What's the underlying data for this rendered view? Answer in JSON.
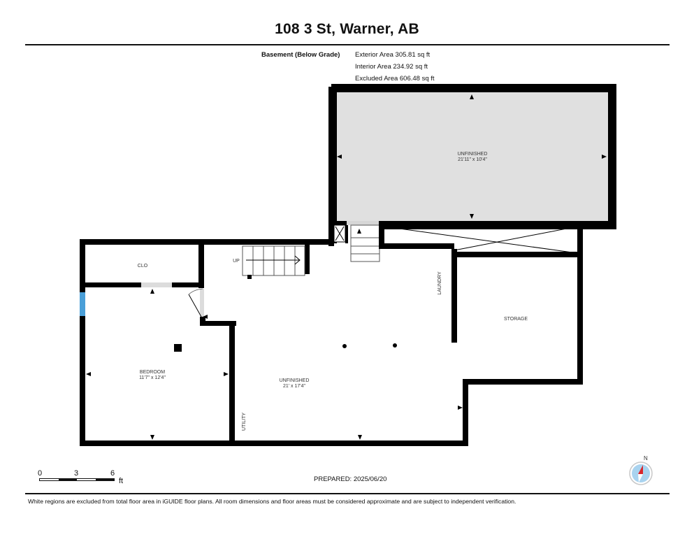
{
  "header": {
    "title": "108 3 St, Warner, AB"
  },
  "floor_summary": {
    "floor_name": "Basement (Below Grade)",
    "exterior_area": "Exterior Area 305.81 sq ft",
    "interior_area": "Interior Area 234.92 sq ft",
    "excluded_area": "Excluded Area 606.48 sq ft"
  },
  "rooms": [
    {
      "id": "unfinished-upper",
      "name": "UNFINISHED",
      "dimensions": "21'11\" x 10'4\"",
      "shaded": true
    },
    {
      "id": "clo",
      "name": "CLO",
      "dimensions": ""
    },
    {
      "id": "bedroom",
      "name": "BEDROOM",
      "dimensions": "11'7\" x 12'4\""
    },
    {
      "id": "unfinished-main",
      "name": "UNFINISHED",
      "dimensions": "21' x 17'4\""
    },
    {
      "id": "storage",
      "name": "STORAGE",
      "dimensions": ""
    },
    {
      "id": "laundry",
      "name": "LAUNDRY",
      "dimensions": ""
    },
    {
      "id": "utility",
      "name": "UTILITY",
      "dimensions": ""
    }
  ],
  "labels": {
    "stairs_up": "UP"
  },
  "colors": {
    "wall": "#000000",
    "shaded_floor": "#e0e0e0",
    "window": "#4a9fd8",
    "door_opening": "#dcdcdc",
    "compass_red": "#d9262c",
    "compass_blue": "#a9d3ef"
  },
  "scale_bar": {
    "ticks": [
      "0",
      "3",
      "6"
    ],
    "unit": "ft"
  },
  "compass": {
    "label": "N"
  },
  "footer": {
    "prepared": "PREPARED: 2025/06/20",
    "disclaimer": "White regions are excluded from total floor area in iGUIDE floor plans. All room dimensions and floor areas must be considered approximate and are subject to independent verification."
  }
}
